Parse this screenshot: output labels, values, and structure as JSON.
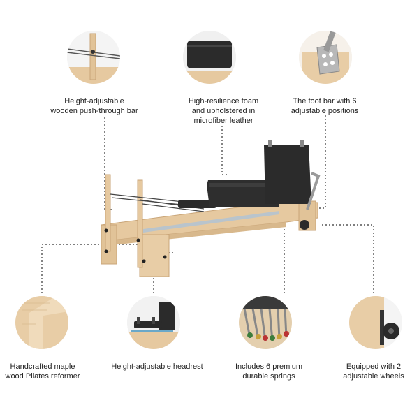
{
  "features": {
    "push_through_bar": {
      "text": "Height-adjustable\nwooden push-through bar",
      "icon": "push-through-bar-closeup"
    },
    "foam": {
      "text": "High-resilience foam\nand upholstered in\nmicrofiber leather",
      "icon": "upholstered-box-closeup"
    },
    "foot_bar": {
      "text": "The foot bar with 6\nadjustable positions",
      "icon": "foot-bar-bracket-closeup"
    },
    "maple": {
      "text": "Handcrafted maple\nwood Pilates reformer",
      "icon": "maple-wood-corner-closeup"
    },
    "headrest": {
      "text": "Height-adjustable headrest",
      "icon": "headrest-closeup"
    },
    "springs": {
      "text": "Includes 6 premium\ndurable springs",
      "icon": "springs-closeup"
    },
    "wheels": {
      "text": "Equipped with 2\nadjustable wheels",
      "icon": "wheel-closeup"
    }
  },
  "colors": {
    "maple": "#e6c9a0",
    "maple_dark": "#c9a578",
    "upholstery": "#2b2b2b",
    "metal": "#9a9a9a",
    "dotted_line": "#333333"
  }
}
